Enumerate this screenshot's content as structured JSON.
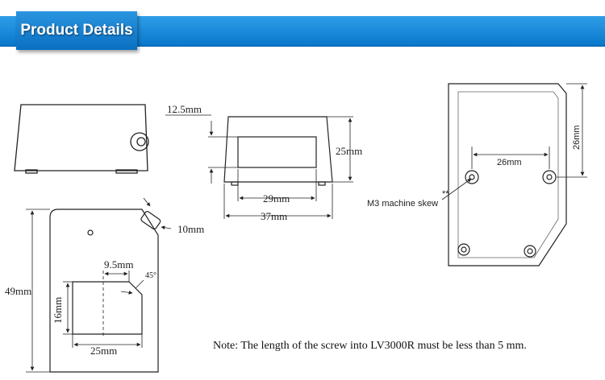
{
  "header": {
    "title": "Product Details"
  },
  "dimensions": {
    "top_height": "12.5mm",
    "front_height": "25mm",
    "window_width": "29mm",
    "front_width": "37mm",
    "back_height": "26mm",
    "hole_spacing": "26mm",
    "screw_label": "M3 machine skew",
    "screw_marks": "**",
    "corner_width": "10mm",
    "body_height": "49mm",
    "window_offset": "9.5mm",
    "bevel_angle": "45°",
    "window_height": "16mm",
    "window_base_width": "25mm"
  },
  "note": "Note: The length of the screw into LV3000R must be less than 5 mm.",
  "colors": {
    "banner_blue": "#1488d8",
    "line": "#222222"
  }
}
